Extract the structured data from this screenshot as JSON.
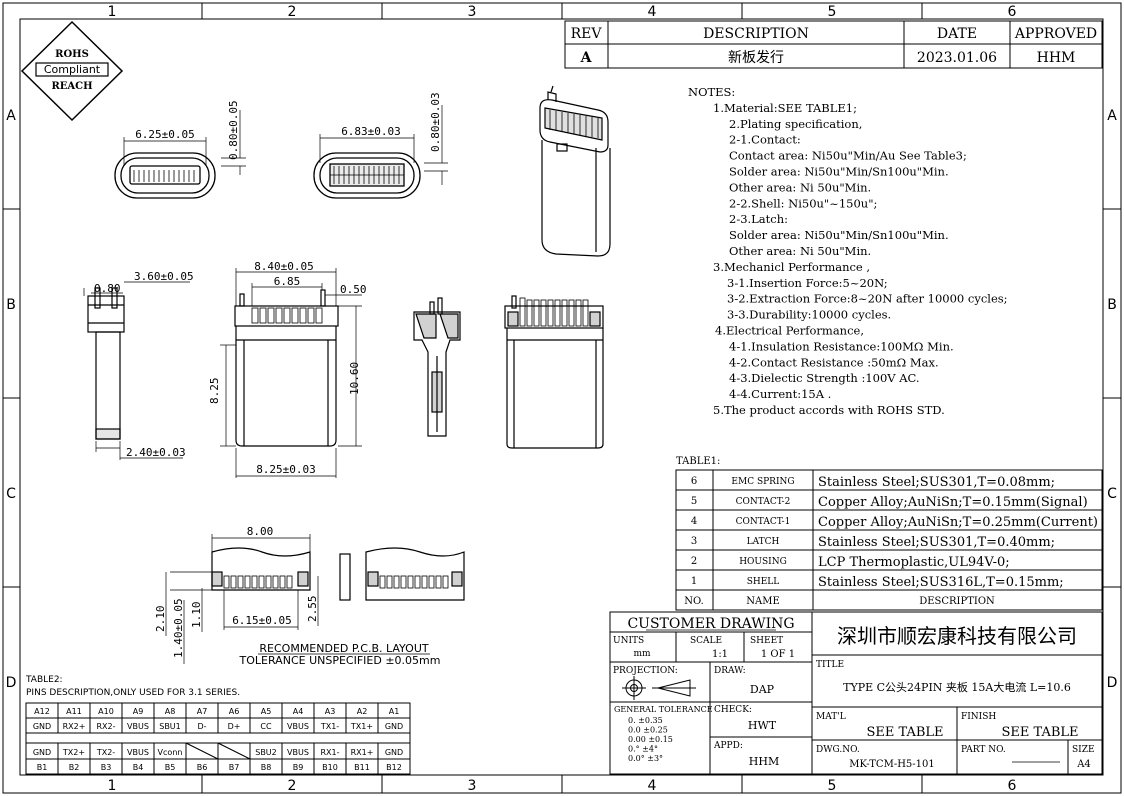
{
  "frame": {
    "col_labels": [
      "1",
      "2",
      "3",
      "4",
      "5",
      "6"
    ],
    "row_labels": [
      "A",
      "B",
      "C",
      "D"
    ]
  },
  "rohs": {
    "line1": "ROHS",
    "line2": "Compliant",
    "line3": "REACH"
  },
  "revision": {
    "headers": [
      "REV",
      "DESCRIPTION",
      "DATE",
      "APPROVED"
    ],
    "row": [
      "A",
      "新板发行",
      "2023.01.06",
      "HHM"
    ]
  },
  "dimensions": {
    "front1_width": "6.25±0.05",
    "front1_height": "0.80±0.05",
    "front2_width": "6.83±0.03",
    "front2_height": "0.80±0.03",
    "side_width": "3.60±0.05",
    "side_pin": "0.80",
    "side_bottom": "2.40±0.03",
    "top_width": "8.40±0.05",
    "top_inner": "6.85",
    "top_pin": "0.50",
    "top_height_left": "8.25",
    "top_height_right": "10.60",
    "top_bottom": "8.25±0.03",
    "pcb_width": "8.00",
    "pcb_pitch": "6.15±0.05",
    "pcb_h1": "2.10",
    "pcb_h2": "1.40±0.05",
    "pcb_h3": "1.10",
    "pcb_h4": "2.55"
  },
  "pcb_note": {
    "line1": "RECOMMENDED   P.C.B.  LAYOUT",
    "line2": "TOLERANCE  UNSPECIFIED  ±0.05mm"
  },
  "notes": [
    "NOTES:",
    "1.Material:SEE TABLE1;",
    "2.Plating specification,",
    "2-1.Contact:",
    "Contact area: Ni50u\"Min/Au See Table3;",
    "Solder area: Ni50u\"Min/Sn100u\"Min.",
    "Other area: Ni 50u\"Min.",
    "2-2.Shell: Ni50u\"~150u\";",
    "2-3.Latch:",
    "Solder area: Ni50u\"Min/Sn100u\"Min.",
    "Other area: Ni 50u\"Min.",
    "3.Mechanicl Performance ,",
    "3-1.Insertion Force:5~20N;",
    "3-2.Extraction Force:8~20N after 10000 cycles;",
    "3-3.Durability:10000 cycles.",
    "4.Electrical Performance,",
    "4-1.Insulation Resistance:100MΩ  Min.",
    "4-2.Contact Resistance :50mΩ  Max.",
    "4-3.Dielectic Strength :100V AC.",
    "4-4.Current:15A .",
    "5.The product accords with ROHS STD."
  ],
  "table1": {
    "title": "TABLE1:",
    "rows": [
      [
        "6",
        "EMC SPRING",
        "Stainless Steel;SUS301,T=0.08mm;"
      ],
      [
        "5",
        "CONTACT-2",
        "Copper Alloy;AuNiSn;T=0.15mm(Signal)"
      ],
      [
        "4",
        "CONTACT-1",
        "Copper Alloy;AuNiSn;T=0.25mm(Current)"
      ],
      [
        "3",
        "LATCH",
        "Stainless Steel;SUS301,T=0.40mm;"
      ],
      [
        "2",
        "HOUSING",
        "LCP Thermoplastic,UL94V-0;"
      ],
      [
        "1",
        "SHELL",
        "Stainless Steel;SUS316L,T=0.15mm;"
      ]
    ],
    "header": [
      "NO.",
      "NAME",
      "DESCRIPTION"
    ]
  },
  "table2": {
    "title": "TABLE2:",
    "subtitle": "PINS DESCRIPTION,ONLY USED FOR 3.1 SERIES.",
    "row1": [
      "A12",
      "A11",
      "A10",
      "A9",
      "A8",
      "A7",
      "A6",
      "A5",
      "A4",
      "A3",
      "A2",
      "A1"
    ],
    "row2": [
      "GND",
      "RX2+",
      "RX2-",
      "VBUS",
      "SBU1",
      "D-",
      "D+",
      "CC",
      "VBUS",
      "TX1-",
      "TX1+",
      "GND"
    ],
    "row3": [
      "GND",
      "TX2+",
      "TX2-",
      "VBUS",
      "Vconn",
      "",
      "",
      "SBU2",
      "VBUS",
      "RX1-",
      "RX1+",
      "GND"
    ],
    "row4": [
      "B1",
      "B2",
      "B3",
      "B4",
      "B5",
      "B6",
      "B7",
      "B8",
      "B9",
      "B10",
      "B11",
      "B12"
    ]
  },
  "title_block": {
    "customer": "CUSTOMER  DRAWING",
    "units_label": "UNITS",
    "units_value": "mm",
    "scale_label": "SCALE",
    "scale_value": "1:1",
    "sheet_label": "SHEET",
    "sheet_value": "1 OF 1",
    "projection_label": "PROJECTION:",
    "draw_label": "DRAW:",
    "draw_value": "DAP",
    "tol_label": "GENERAL  TOLERANCE",
    "tol_lines": [
      "0.   ±0.35",
      "0.0  ±0.25",
      "0.00 ±0.15",
      "0.°  ±4°",
      "0.0° ±3°"
    ],
    "check_label": "CHECK:",
    "check_value": "HWT",
    "appd_label": "APPD:",
    "appd_value": "HHM",
    "company": "深圳市顺宏康科技有限公司",
    "title_label": "TITLE",
    "title_value": "TYPE C公头24PIN 夹板 15A大电流 L=10.6",
    "matl_label": "MAT'L",
    "matl_value": "SEE TABLE",
    "finish_label": "FINISH",
    "finish_value": "SEE TABLE",
    "dwg_label": "DWG.NO.",
    "dwg_value": "MK-TCM-H5-101",
    "part_label": "PART NO.",
    "size_label": "SIZE",
    "size_value": "A4"
  }
}
